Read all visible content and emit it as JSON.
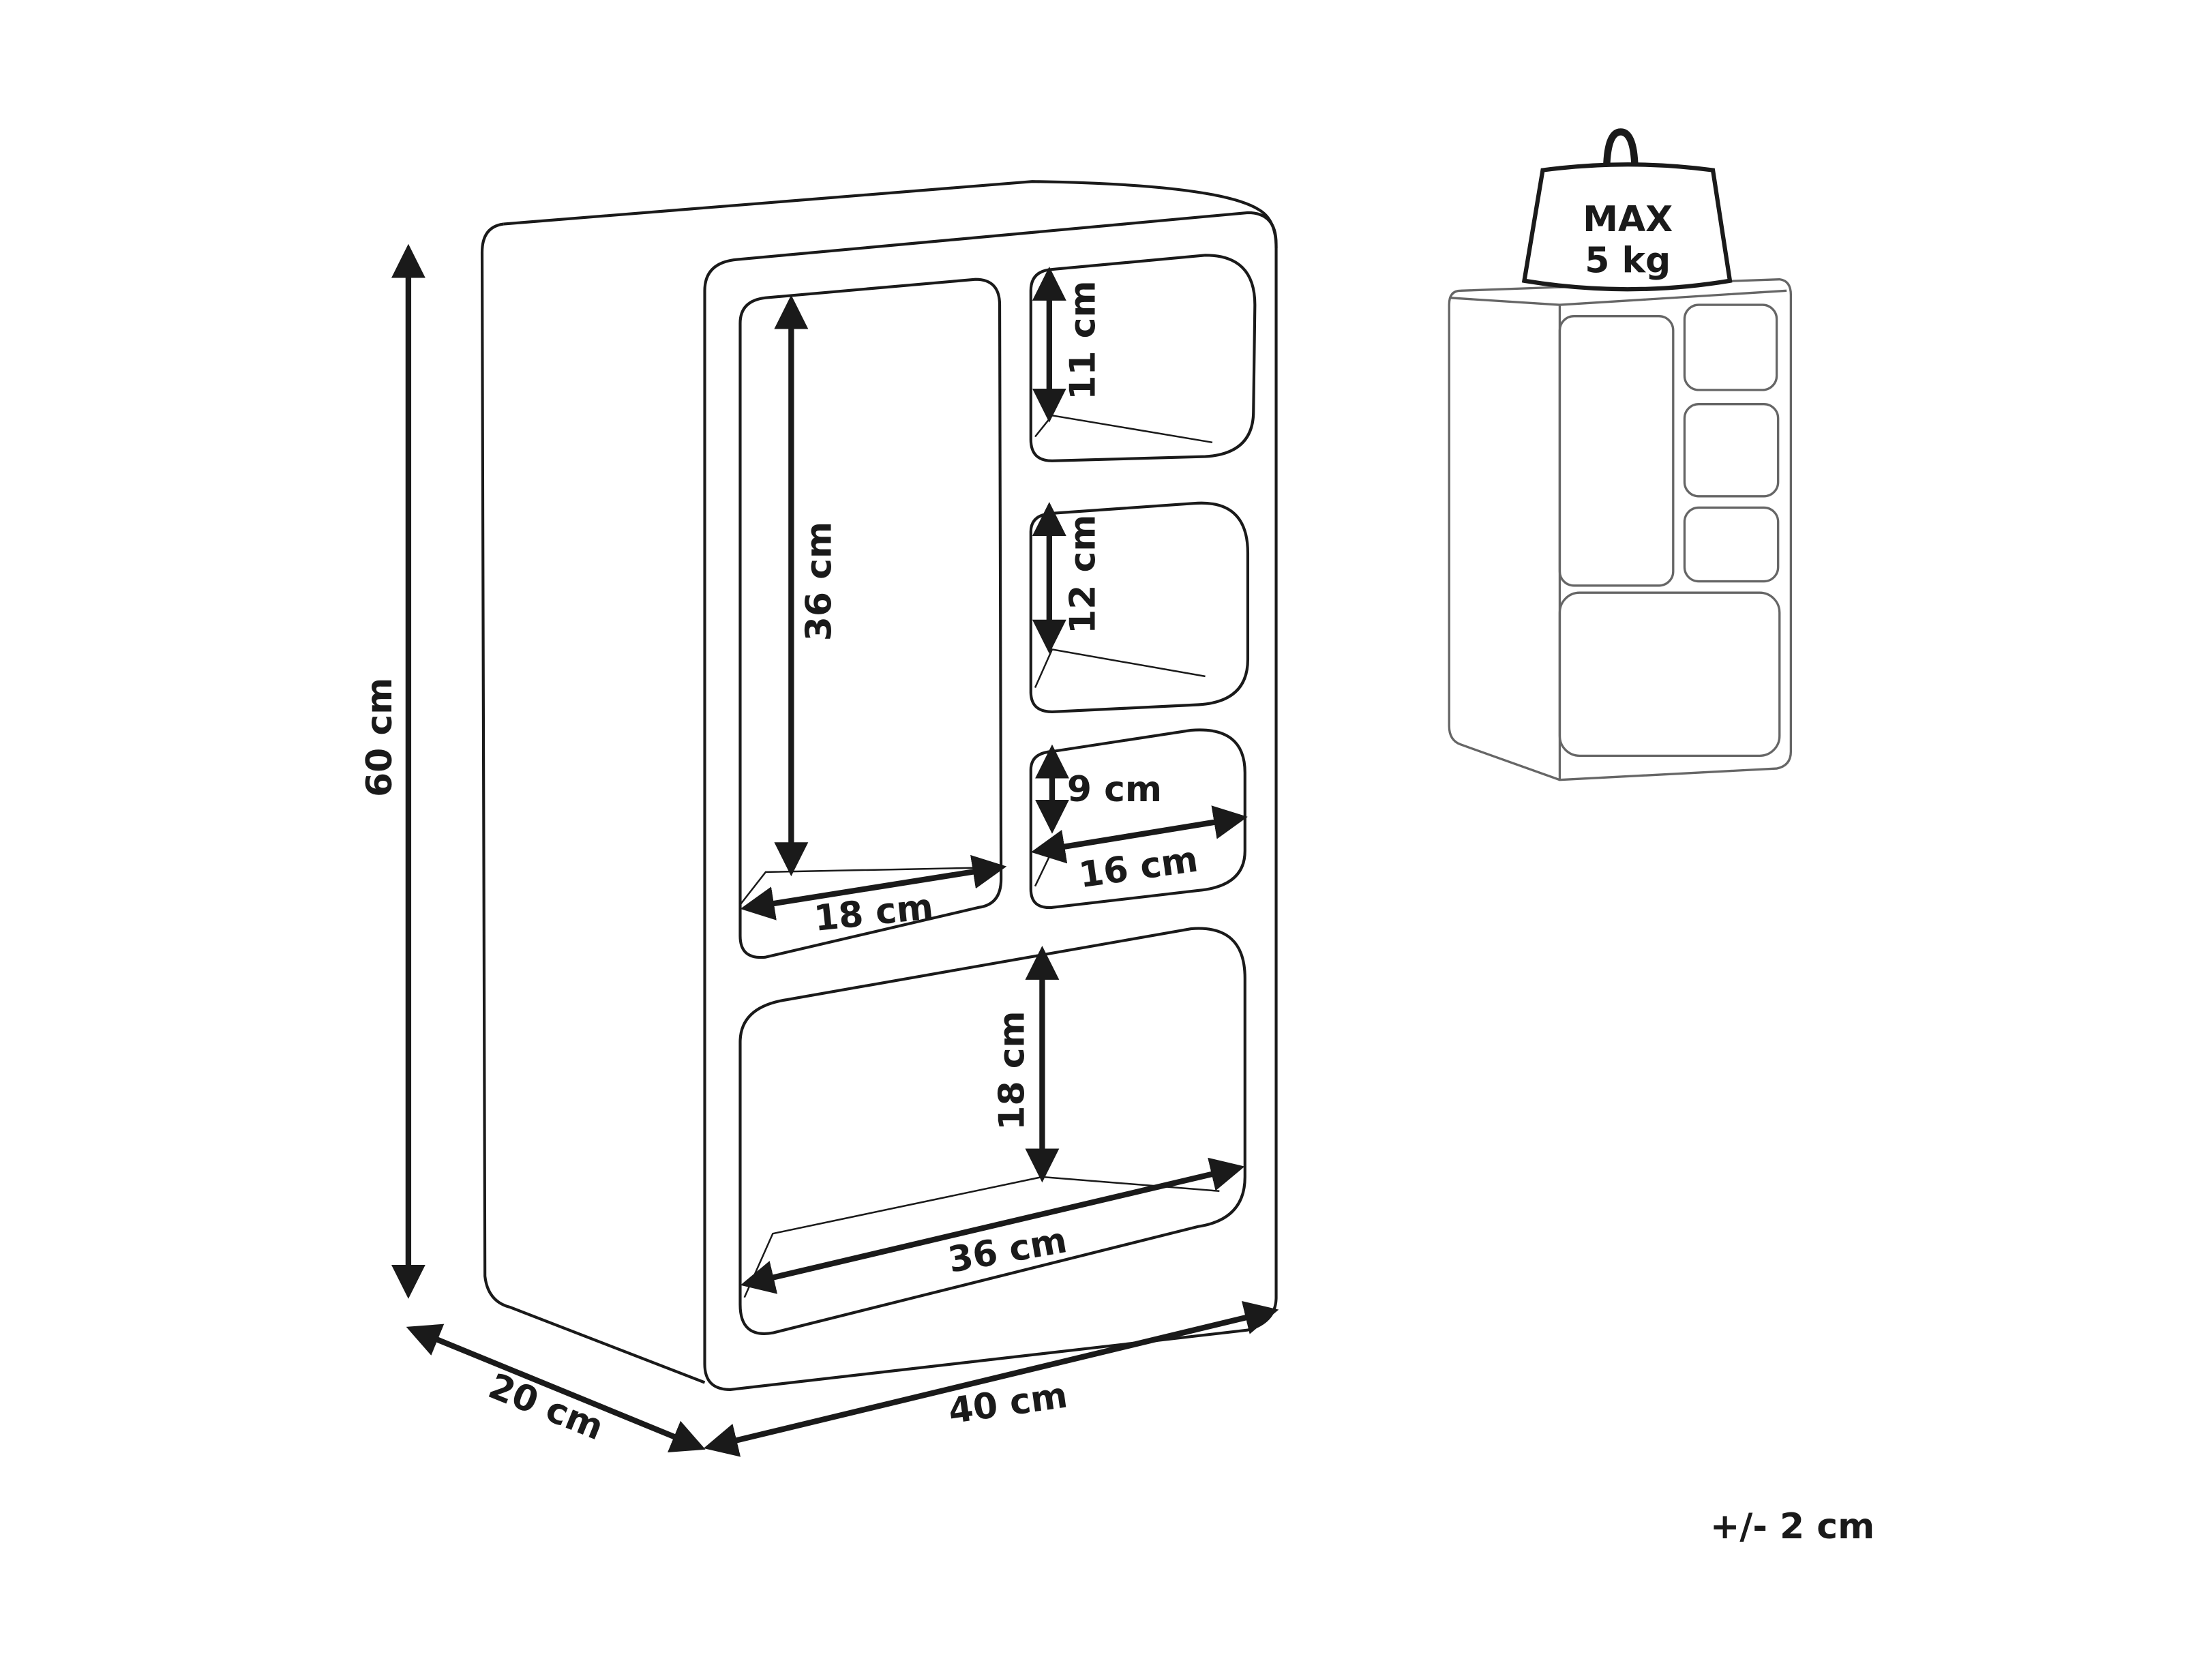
{
  "dimensions": {
    "height": "60 cm",
    "depth": "20 cm",
    "width": "40 cm",
    "tall_compartment_height": "36 cm",
    "tall_compartment_width": "18 cm",
    "top_compartment_height": "11 cm",
    "middle_compartment_height": "12 cm",
    "lower_small_compartment_height": "9 cm",
    "lower_small_compartment_width": "16 cm",
    "bottom_compartment_height": "18 cm",
    "bottom_compartment_width": "36 cm"
  },
  "load": {
    "line1": "MAX",
    "line2": "5 kg"
  },
  "tolerance": "+/- 2 cm"
}
